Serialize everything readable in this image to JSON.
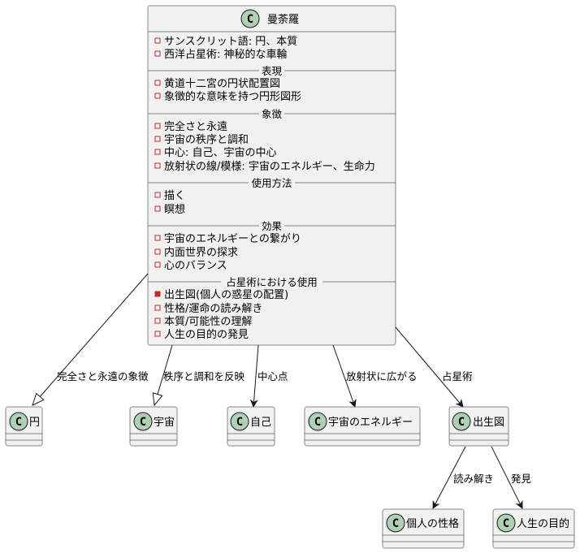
{
  "main_class": {
    "name": "曼荼羅",
    "badge": "C",
    "attributes": [
      "サンスクリット語: 円、本質",
      "西洋占星術: 神秘的な車輪"
    ],
    "sections": [
      {
        "title": "表現",
        "items": [
          "黄道十二宮の円状配置図",
          "象徴的な意味を持つ円形図形"
        ]
      },
      {
        "title": "象徴",
        "items": [
          "完全さと永遠",
          "宇宙の秩序と調和",
          "中心: 自己、宇宙の中心",
          "放射状の線/模様: 宇宙のエネルギー、生命力"
        ]
      },
      {
        "title": "使用方法",
        "items": [
          "描く",
          "瞑想"
        ]
      },
      {
        "title": "効果",
        "items": [
          "宇宙のエネルギーとの繋がり",
          "内面世界の探求",
          "心のバランス"
        ]
      },
      {
        "title": "占星術における使用",
        "items": [
          "出生図(個人の惑星の配置)",
          "性格/運命の読み解き",
          "本質/可能性の理解",
          "人生の目的の発見"
        ]
      }
    ]
  },
  "classes": {
    "en": "円",
    "uchu": "宇宙",
    "jiko": "自己",
    "energy": "宇宙のエネルギー",
    "chart": "出生図",
    "seikaku": "個人の性格",
    "mokuteki": "人生の目的"
  },
  "edges": {
    "en": "完全さと永遠の象徴",
    "uchu": "秩序と調和を反映",
    "jiko": "中心点",
    "energy": "放射状に広がる",
    "chart": "占星術",
    "seikaku": "読み解き",
    "mokuteki": "発見"
  },
  "colors": {
    "class_fill": "#F1F1F1",
    "badge": "#ADD1B2",
    "bullet": "#C82930",
    "line": "#181818"
  }
}
